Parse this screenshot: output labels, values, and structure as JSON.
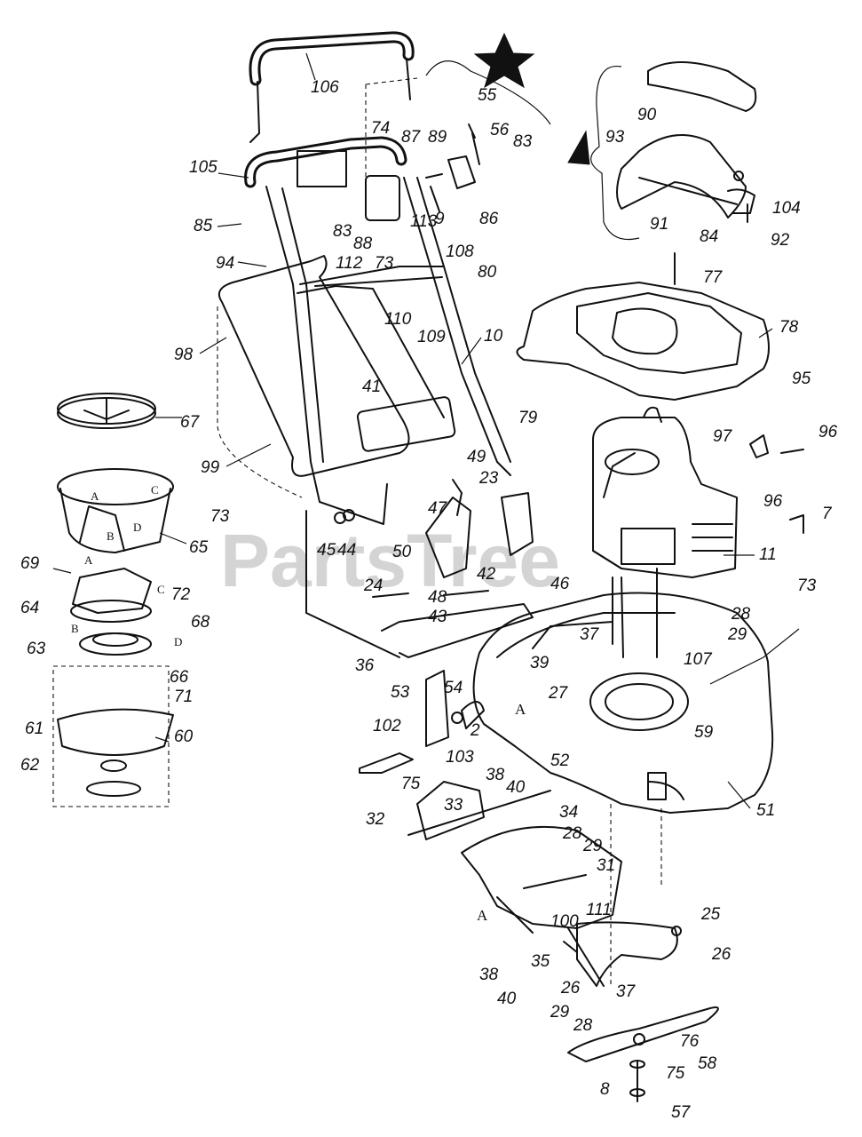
{
  "watermark": "PartsTree",
  "symbols": {
    "star": "star-symbol",
    "triangle": "triangle-symbol"
  },
  "callouts": {
    "c106": "106",
    "c55": "55",
    "c74": "74",
    "c87": "87",
    "c89": "89",
    "c56": "56",
    "c83a": "83",
    "c105": "105",
    "c85": "85",
    "c83b": "83",
    "c88": "88",
    "c113": "113",
    "c9": "9",
    "c86": "86",
    "c73a": "73",
    "c94": "94",
    "c112": "112",
    "c108": "108",
    "c80": "80",
    "c110": "110",
    "c109": "109",
    "c98": "98",
    "c10": "10",
    "c41": "41",
    "c99": "99",
    "c90": "90",
    "c93": "93",
    "c91": "91",
    "c104": "104",
    "c84": "84",
    "c92": "92",
    "c77": "77",
    "c78": "78",
    "c95": "95",
    "c96a": "96",
    "c97": "97",
    "c96b": "96",
    "c7": "7",
    "c11": "11",
    "c79": "79",
    "c49": "49",
    "c23": "23",
    "c47": "47",
    "c50": "50",
    "c42": "42",
    "c45": "45",
    "c44": "44",
    "c24": "24",
    "c48": "48",
    "c43": "43",
    "c46": "46",
    "c73b": "73",
    "c28a": "28",
    "c29a": "29",
    "c36": "36",
    "c37a": "37",
    "c39": "39",
    "c107": "107",
    "c53": "53",
    "c54": "54",
    "c27": "27",
    "c59": "59",
    "c2": "2",
    "c102": "102",
    "c103": "103",
    "c52": "52",
    "c75a": "75",
    "c38a": "38",
    "c40a": "40",
    "c51": "51",
    "c32": "32",
    "c33": "33",
    "c34": "34",
    "c28b": "28",
    "c29b": "29",
    "c31": "31",
    "c25": "25",
    "c100": "100",
    "c111": "111",
    "c26a": "26",
    "c35": "35",
    "c38b": "38",
    "c40b": "40",
    "c26b": "26",
    "c37b": "37",
    "c29c": "29",
    "c28c": "28",
    "c76": "76",
    "c58": "58",
    "c75b": "75",
    "c8": "8",
    "c57": "57",
    "c67": "67",
    "c73c": "73",
    "c65": "65",
    "c69": "69",
    "c64": "64",
    "c72": "72",
    "c68": "68",
    "c63": "63",
    "c66": "66",
    "c71": "71",
    "c61": "61",
    "c60": "60",
    "c62": "62"
  },
  "letters": {
    "A1": "A",
    "B1": "B",
    "C1": "C",
    "D1": "D",
    "A2": "A",
    "C2": "C",
    "B2": "B",
    "D2": "D",
    "A3": "A",
    "A4": "A"
  }
}
